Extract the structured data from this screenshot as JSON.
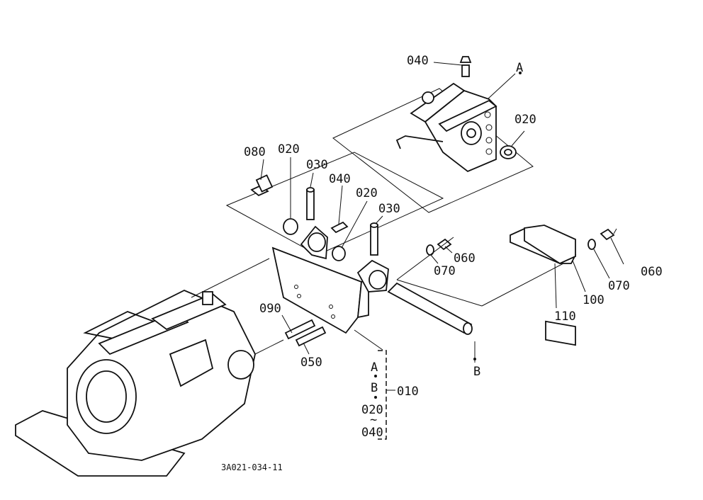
{
  "drawing_number": "3A021-034-11",
  "callouts": {
    "top_040": "040",
    "A_top": "A",
    "top_020": "020",
    "c080": "080",
    "c020a": "020",
    "c030a": "030",
    "c040": "040",
    "c020b": "020",
    "c030b": "030",
    "c060a": "060",
    "c070a": "070",
    "c060b": "060",
    "c070b": "070",
    "c100": "100",
    "c110": "110",
    "c090": "090",
    "c050": "050",
    "B_shaft": "B",
    "bracket_A": "A",
    "bracket_B": "B",
    "bracket_020": "020",
    "bracket_tilde": "~",
    "bracket_040": "040",
    "c010": "010"
  }
}
